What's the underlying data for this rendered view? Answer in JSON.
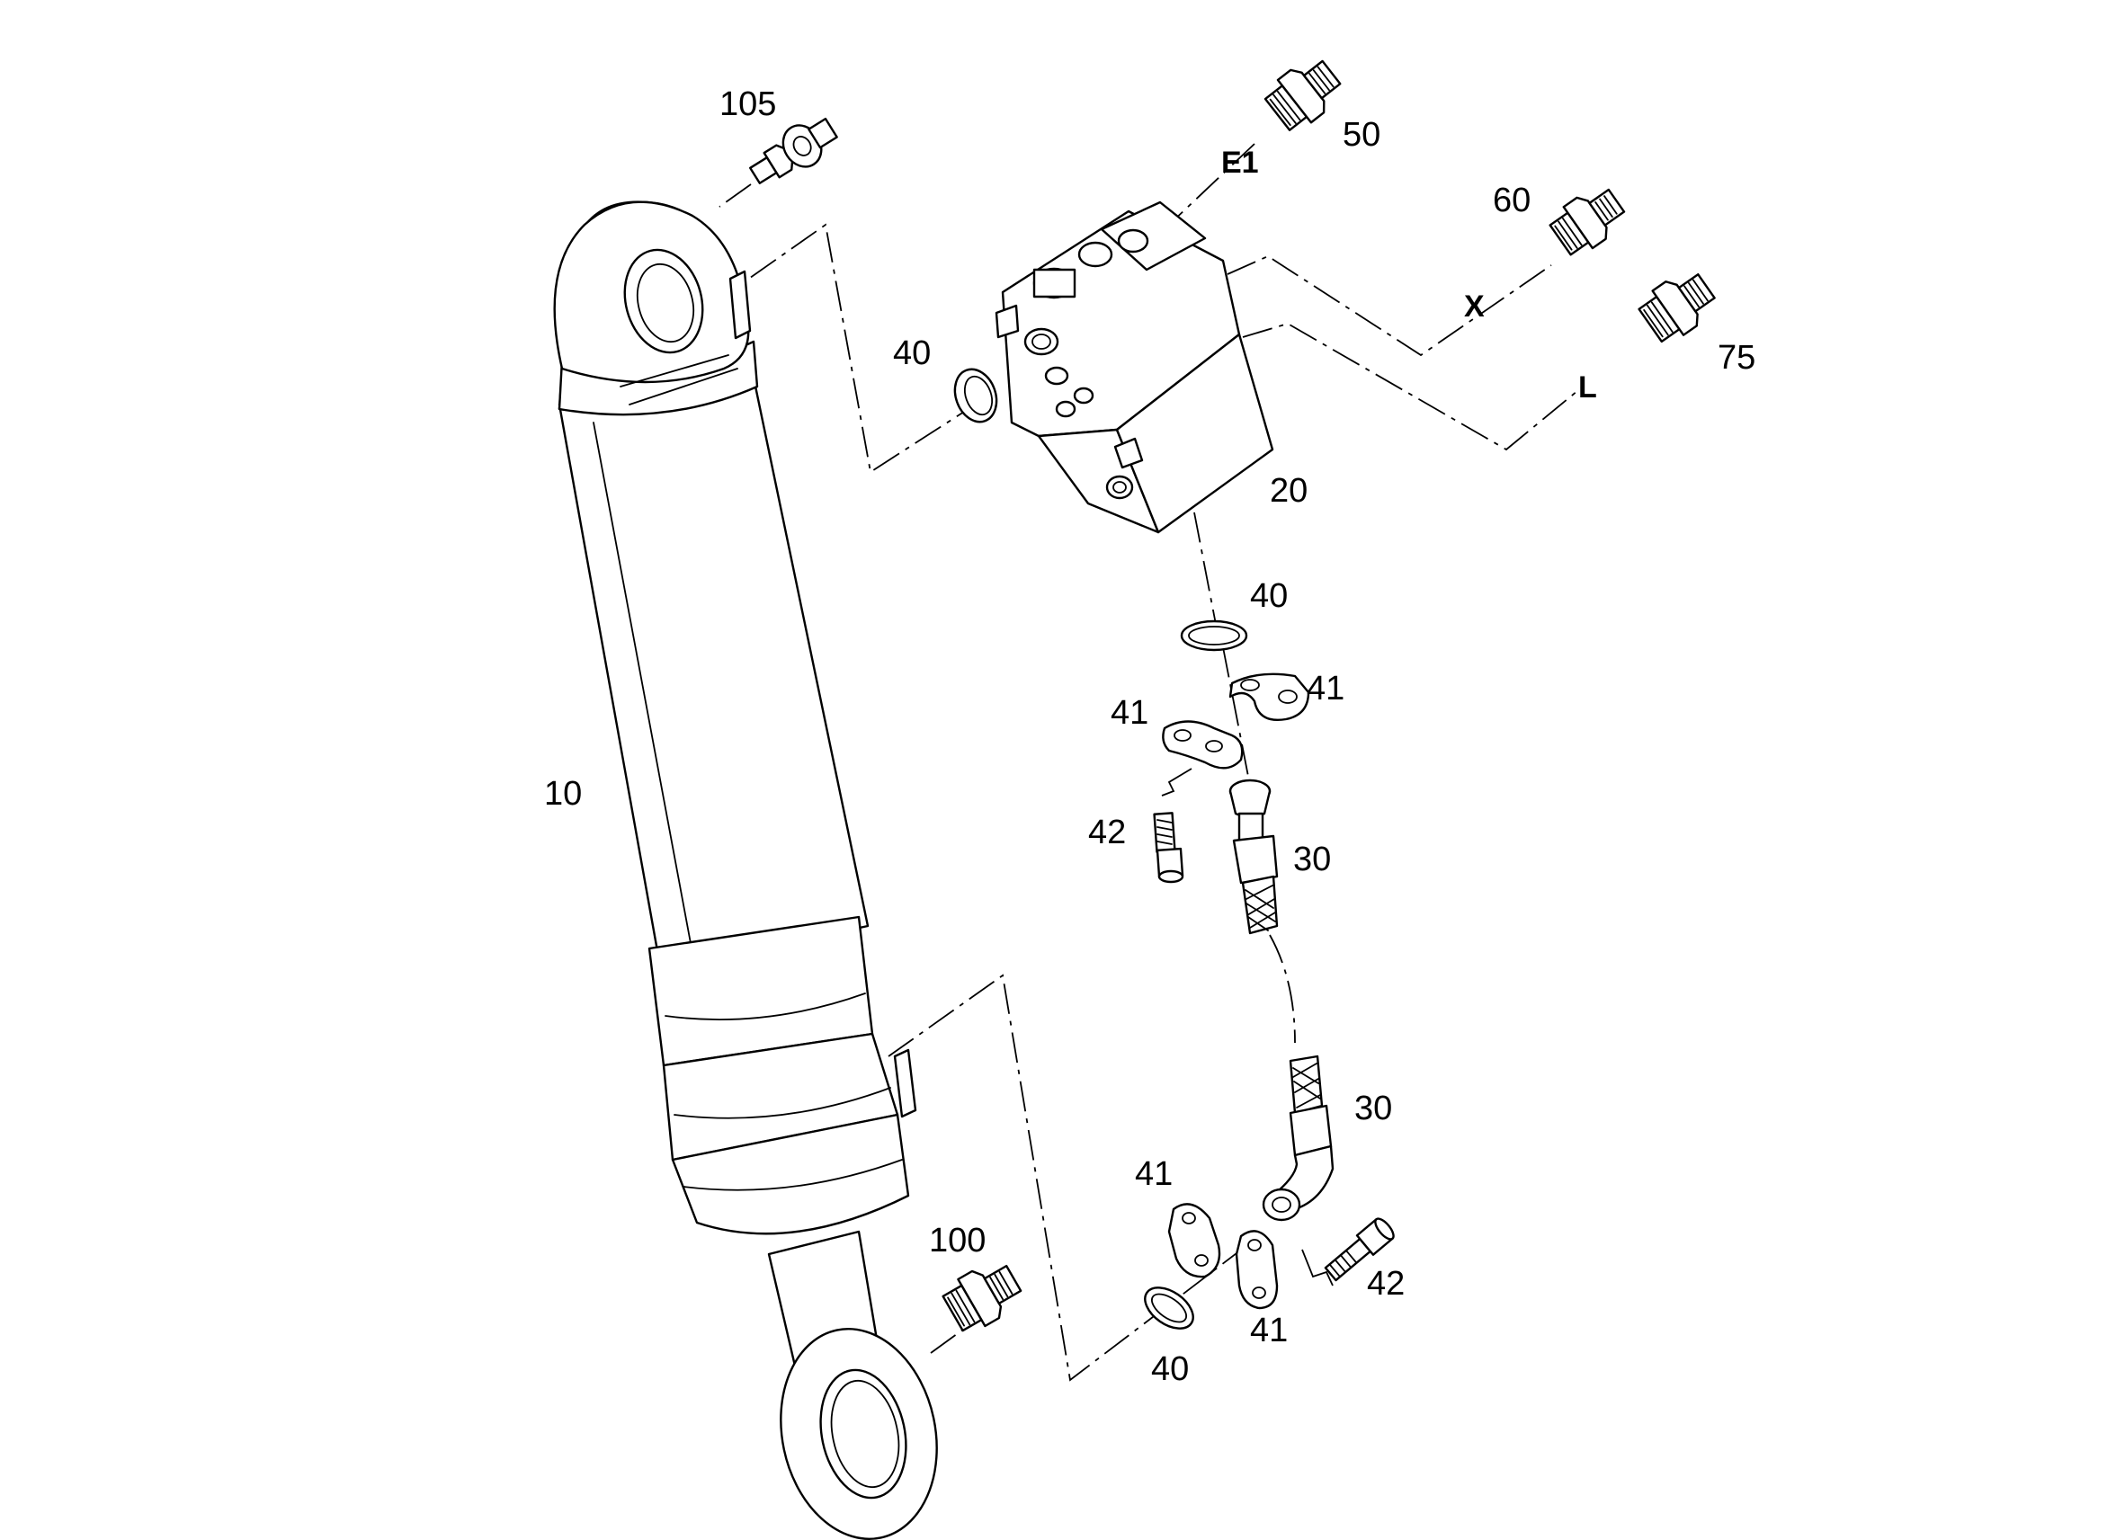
{
  "diagram": {
    "callouts": {
      "c10": "10",
      "c20": "20",
      "c30a": "30",
      "c30b": "30",
      "c40a": "40",
      "c40b": "40",
      "c40c": "40",
      "c41a": "41",
      "c41b": "41",
      "c41c": "41",
      "c41d": "41",
      "c42a": "42",
      "c42b": "42",
      "c50": "50",
      "c60": "60",
      "c75": "75",
      "c100": "100",
      "c105": "105"
    },
    "ports": {
      "e1": "E1",
      "x": "X",
      "l": "L"
    }
  }
}
